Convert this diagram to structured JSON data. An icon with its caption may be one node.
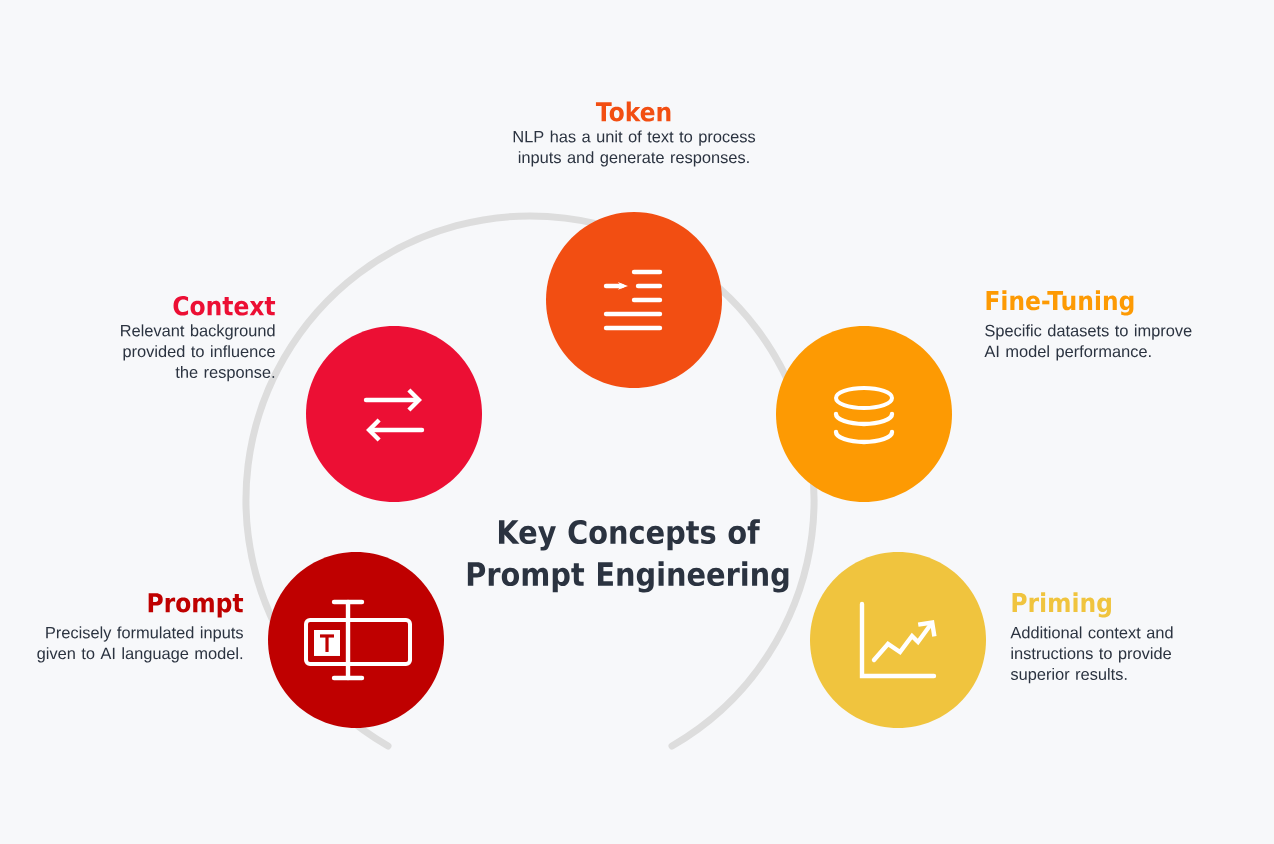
{
  "diagram": {
    "title": "Key Concepts of Prompt Engineering",
    "nodes": [
      {
        "text": [
          "Token",
          "NLP has a unit of text to process inputs and generate responses."
        ]
      },
      {
        "text": [
          "Context",
          "Relevant background provided to influence the response."
        ]
      },
      {
        "text": [
          "Fine-Tuning",
          "Specific datasets to improve AI model performance."
        ]
      },
      {
        "text": [
          "Prompt",
          "Precisely formulated inputs given to AI language model."
        ]
      },
      {
        "text": [
          "Priming",
          "Additional context and instructions to provide superior results."
        ]
      }
    ]
  }
}
